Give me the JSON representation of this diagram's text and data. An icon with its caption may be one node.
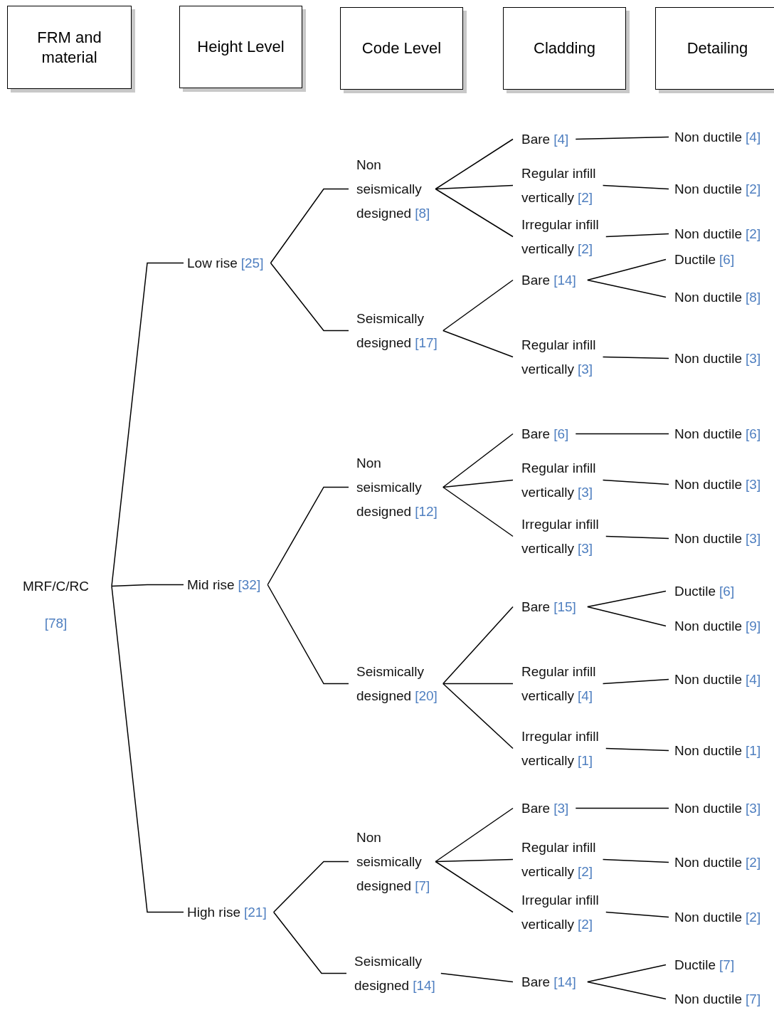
{
  "diagram": {
    "nodes": [
      {
        "text": [
          "FRM and material"
        ]
      },
      {
        "text": [
          "Height Level"
        ]
      },
      {
        "text": [
          "Code Level"
        ]
      },
      {
        "text": [
          "Cladding"
        ]
      },
      {
        "text": [
          "Detailing"
        ]
      },
      {
        "text": [
          "MRF/C/RC",
          "[78]"
        ]
      },
      {
        "text": [
          "Low rise",
          "[25]"
        ]
      },
      {
        "text": [
          "Non seismically designed",
          "[8]"
        ]
      },
      {
        "text": [
          "Bare",
          "[4]"
        ]
      },
      {
        "text": [
          "Non ductile",
          "[4]"
        ]
      },
      {
        "text": [
          "Regular infill vertically",
          "[2]"
        ]
      },
      {
        "text": [
          "Non ductile",
          "[2]"
        ]
      },
      {
        "text": [
          "Irregular  infill vertically",
          "[2]"
        ]
      },
      {
        "text": [
          "Non ductile",
          "[2]"
        ]
      },
      {
        "text": [
          "Seismically designed",
          "[17]"
        ]
      },
      {
        "text": [
          "Bare",
          "[14]"
        ]
      },
      {
        "text": [
          "Ductile",
          "[6]"
        ]
      },
      {
        "text": [
          "Non ductile",
          "[8]"
        ]
      },
      {
        "text": [
          "Regular infill vertically",
          "[3]"
        ]
      },
      {
        "text": [
          "Non ductile",
          "[3]"
        ]
      },
      {
        "text": [
          "Mid rise",
          "[32]"
        ]
      },
      {
        "text": [
          "Non seismically designed",
          "[12]"
        ]
      },
      {
        "text": [
          "Bare",
          "[6]"
        ]
      },
      {
        "text": [
          "Non ductile",
          "[6]"
        ]
      },
      {
        "text": [
          "Regular infill vertically",
          "[3]"
        ]
      },
      {
        "text": [
          "Non ductile",
          "[3]"
        ]
      },
      {
        "text": [
          "Irregular  infill vertically",
          "[3]"
        ]
      },
      {
        "text": [
          "Non ductile",
          "[3]"
        ]
      },
      {
        "text": [
          "Seismically designed",
          "[20]"
        ]
      },
      {
        "text": [
          "Bare",
          "[15]"
        ]
      },
      {
        "text": [
          "Ductile",
          "[6]"
        ]
      },
      {
        "text": [
          "Non ductile",
          "[9]"
        ]
      },
      {
        "text": [
          "Regular infill vertically",
          "[4]"
        ]
      },
      {
        "text": [
          "Non ductile",
          "[4]"
        ]
      },
      {
        "text": [
          "Irregular  infill vertically",
          "[1]"
        ]
      },
      {
        "text": [
          "Non ductile",
          "[1]"
        ]
      },
      {
        "text": [
          "High rise",
          "[21]"
        ]
      },
      {
        "text": [
          "Non seismically designed",
          "[7]"
        ]
      },
      {
        "text": [
          "Bare",
          "[3]"
        ]
      },
      {
        "text": [
          "Non ductile",
          "[3]"
        ]
      },
      {
        "text": [
          "Regular infill vertically",
          "[2]"
        ]
      },
      {
        "text": [
          "Non ductile",
          "[2]"
        ]
      },
      {
        "text": [
          "Irregular  infill vertically",
          "[2]"
        ]
      },
      {
        "text": [
          "Non ductile",
          "[2]"
        ]
      },
      {
        "text": [
          "Seismically designed",
          "[14]"
        ]
      },
      {
        "text": [
          "Bare",
          "[14]"
        ]
      },
      {
        "text": [
          "Ductile",
          "[7]"
        ]
      },
      {
        "text": [
          "Non ductile",
          "[7]"
        ]
      }
    ],
    "edges": [
      {
        "from": 5,
        "to": 6,
        "arrow": "none"
      },
      {
        "from": 5,
        "to": 20,
        "arrow": "none"
      },
      {
        "from": 5,
        "to": 36,
        "arrow": "none"
      },
      {
        "from": 6,
        "to": 7,
        "arrow": "none"
      },
      {
        "from": 6,
        "to": 14,
        "arrow": "none"
      },
      {
        "from": 7,
        "to": 8,
        "arrow": "none"
      },
      {
        "from": 7,
        "to": 10,
        "arrow": "none"
      },
      {
        "from": 7,
        "to": 12,
        "arrow": "none"
      },
      {
        "from": 8,
        "to": 9,
        "arrow": "none"
      },
      {
        "from": 10,
        "to": 11,
        "arrow": "none"
      },
      {
        "from": 12,
        "to": 13,
        "arrow": "none"
      },
      {
        "from": 14,
        "to": 15,
        "arrow": "none"
      },
      {
        "from": 14,
        "to": 18,
        "arrow": "none"
      },
      {
        "from": 15,
        "to": 16,
        "arrow": "none"
      },
      {
        "from": 15,
        "to": 17,
        "arrow": "none"
      },
      {
        "from": 18,
        "to": 19,
        "arrow": "none"
      },
      {
        "from": 20,
        "to": 21,
        "arrow": "none"
      },
      {
        "from": 20,
        "to": 28,
        "arrow": "none"
      },
      {
        "from": 21,
        "to": 22,
        "arrow": "none"
      },
      {
        "from": 21,
        "to": 24,
        "arrow": "none"
      },
      {
        "from": 21,
        "to": 26,
        "arrow": "none"
      },
      {
        "from": 22,
        "to": 23,
        "arrow": "none"
      },
      {
        "from": 24,
        "to": 25,
        "arrow": "none"
      },
      {
        "from": 26,
        "to": 27,
        "arrow": "none"
      },
      {
        "from": 28,
        "to": 29,
        "arrow": "none"
      },
      {
        "from": 28,
        "to": 32,
        "arrow": "none"
      },
      {
        "from": 28,
        "to": 34,
        "arrow": "none"
      },
      {
        "from": 29,
        "to": 30,
        "arrow": "none"
      },
      {
        "from": 29,
        "to": 31,
        "arrow": "none"
      },
      {
        "from": 32,
        "to": 33,
        "arrow": "none"
      },
      {
        "from": 34,
        "to": 35,
        "arrow": "none"
      },
      {
        "from": 36,
        "to": 37,
        "arrow": "none"
      },
      {
        "from": 36,
        "to": 44,
        "arrow": "none"
      },
      {
        "from": 37,
        "to": 38,
        "arrow": "none"
      },
      {
        "from": 37,
        "to": 40,
        "arrow": "none"
      },
      {
        "from": 37,
        "to": 42,
        "arrow": "none"
      },
      {
        "from": 38,
        "to": 39,
        "arrow": "none"
      },
      {
        "from": 40,
        "to": 41,
        "arrow": "none"
      },
      {
        "from": 42,
        "to": 43,
        "arrow": "none"
      },
      {
        "from": 44,
        "to": 45,
        "arrow": "none"
      },
      {
        "from": 45,
        "to": 46,
        "arrow": "none"
      },
      {
        "from": 45,
        "to": 47,
        "arrow": "none"
      }
    ]
  }
}
